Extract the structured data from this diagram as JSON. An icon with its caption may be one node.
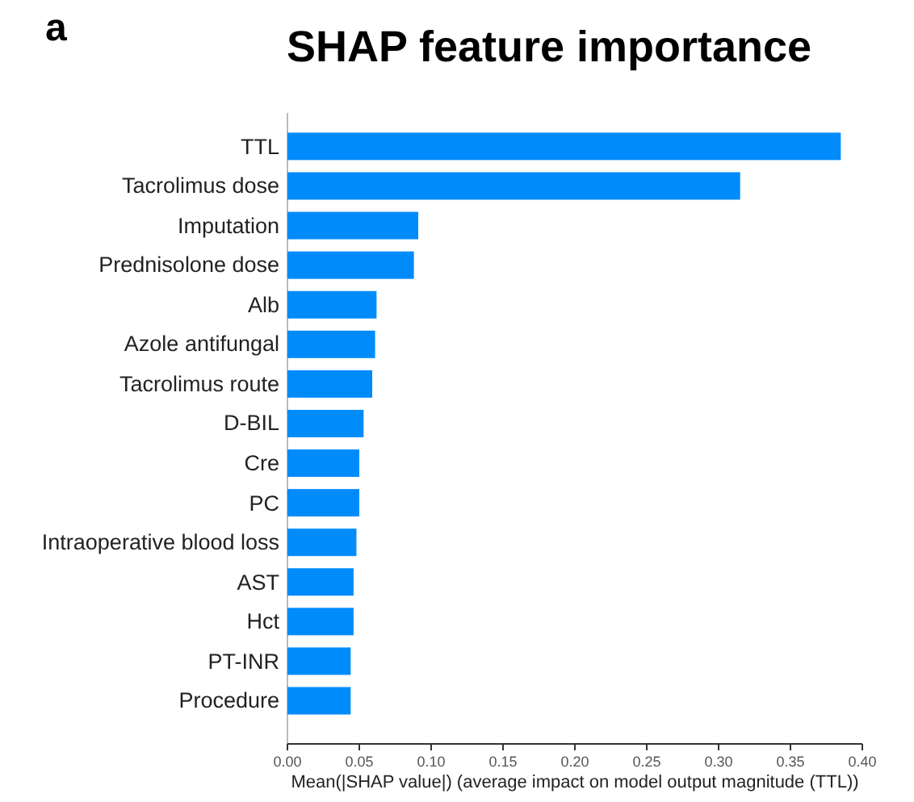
{
  "diagram": {
    "title": "SHAP feature importance",
    "labels": [
      "a"
    ],
    "chart_data": {
      "type": "bar",
      "orientation": "horizontal",
      "xlabel": "Mean(|SHAP value|) (average impact on model output magnitude (TTL))",
      "categories": [
        "TTL",
        "Tacrolimus dose",
        "Imputation",
        "Prednisolone dose",
        "Alb",
        "Azole antifungal",
        "Tacrolimus route",
        "D-BIL",
        "Cre",
        "PC",
        "Intraoperative blood loss",
        "AST",
        "Hct",
        "PT-INR",
        "Procedure"
      ],
      "series": [
        {
          "color": "#008bfb",
          "values": [
            0.385,
            0.315,
            0.091,
            0.088,
            0.062,
            0.061,
            0.059,
            0.053,
            0.05,
            0.05,
            0.048,
            0.046,
            0.046,
            0.044,
            0.044
          ]
        }
      ],
      "xlim": [
        0,
        0.4
      ],
      "xticks": [
        {
          "value": 0,
          "label": "0.00"
        },
        {
          "value": 0.05,
          "label": "0.05"
        },
        {
          "value": 0.1,
          "label": "0.10"
        },
        {
          "value": 0.15,
          "label": "0.15"
        },
        {
          "value": 0.2,
          "label": "0.20"
        },
        {
          "value": 0.25,
          "label": "0.25"
        },
        {
          "value": 0.3,
          "label": "0.30"
        },
        {
          "value": 0.35,
          "label": "0.35"
        },
        {
          "value": 0.4,
          "label": "0.40"
        }
      ]
    }
  }
}
